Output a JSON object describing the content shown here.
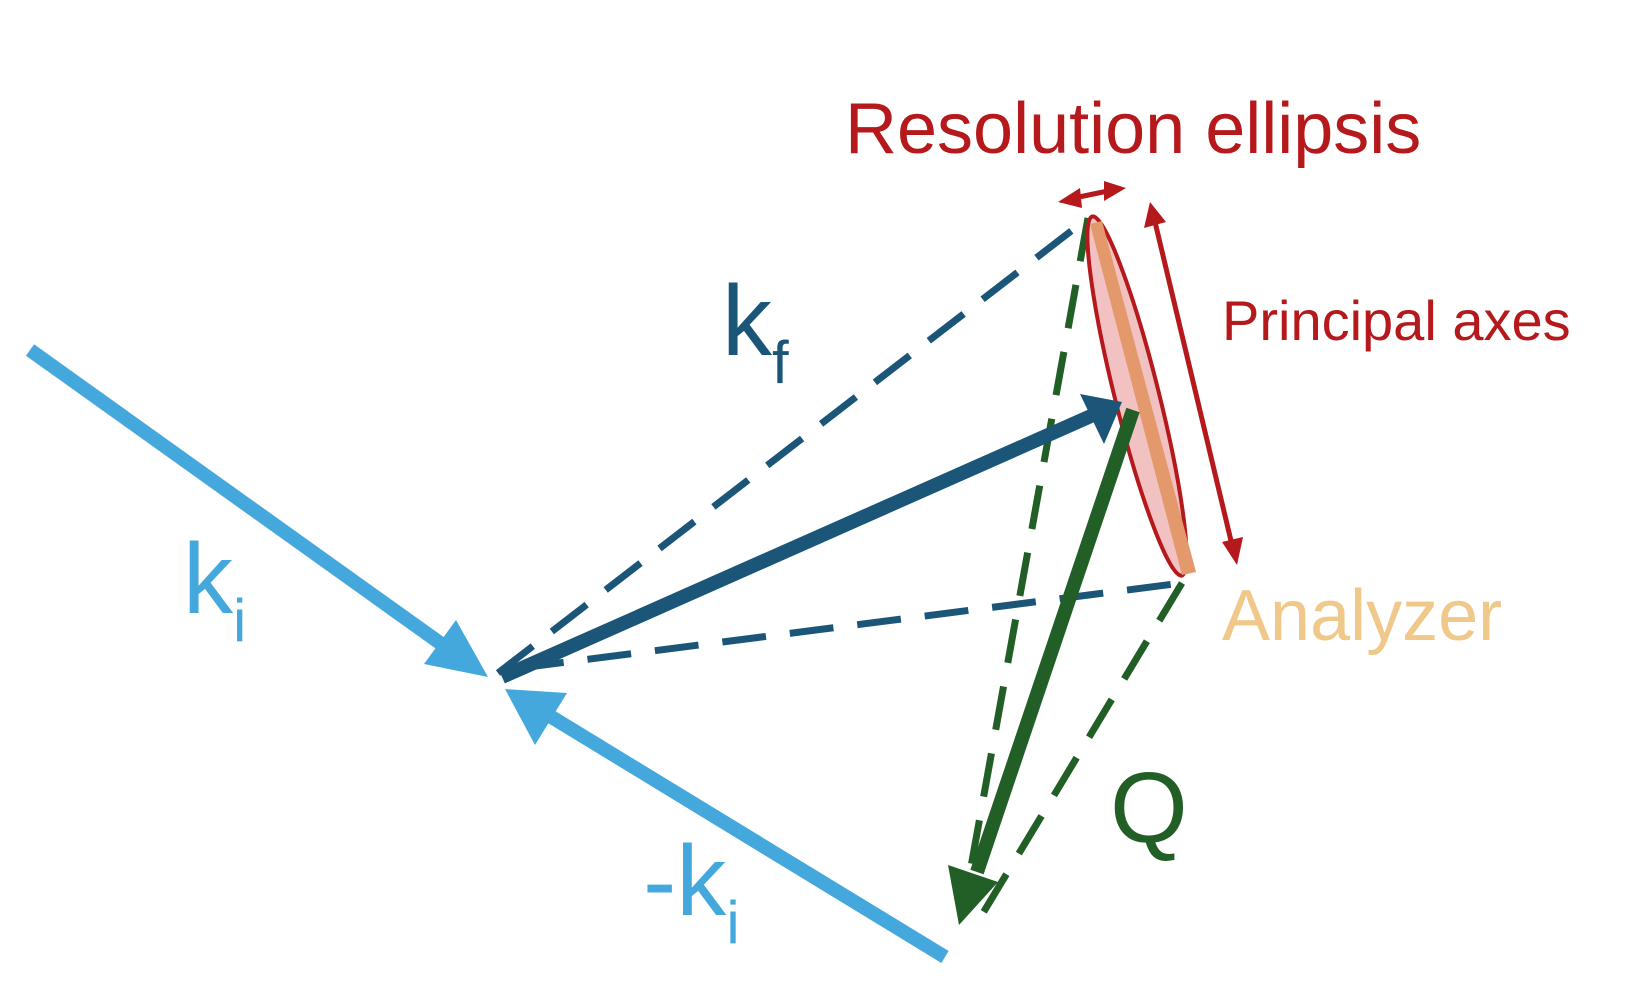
{
  "labels": {
    "resolution_ellipsis": "Resolution ellipsis",
    "principal_axes": "Principal axes",
    "analyzer": "Analyzer",
    "q": "Q",
    "k_f": {
      "main": "k",
      "sub": "f"
    },
    "k_i": {
      "main": "k",
      "sub": "i"
    },
    "minus_k_i": {
      "main": "-k",
      "sub": "i"
    }
  },
  "colors": {
    "k_i": "#45a8dc",
    "k_f": "#1b5577",
    "q": "#215f26",
    "resolution": "#b5191c",
    "ellipse_fill": "#f2c2c2",
    "analyzer": "#efc88a",
    "analyzer_crystal": "#e3996c"
  }
}
